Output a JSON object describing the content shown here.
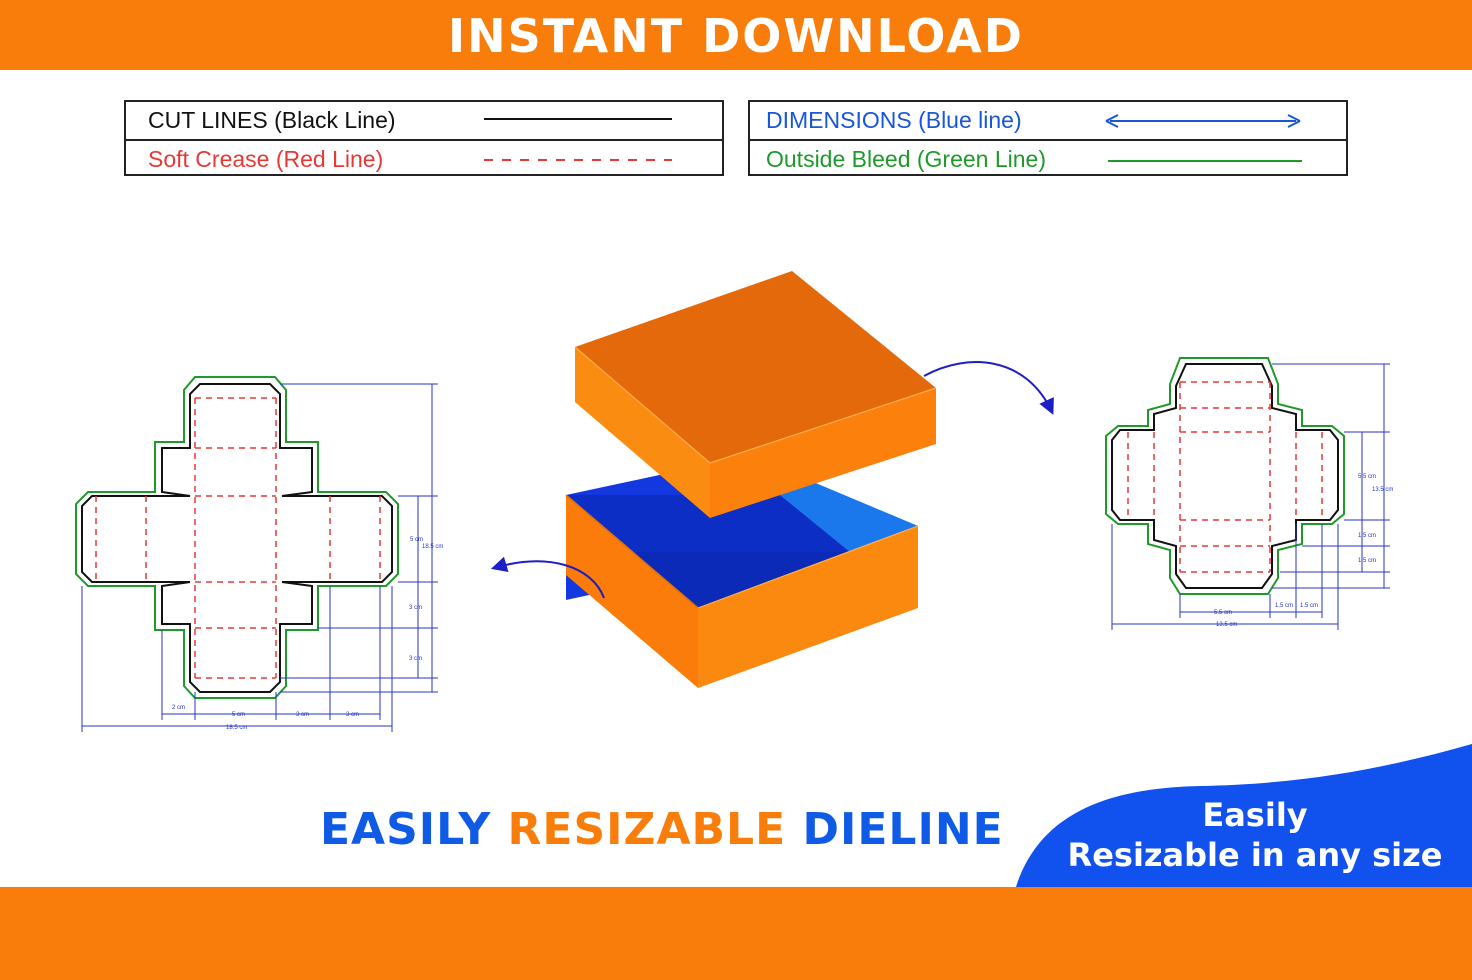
{
  "header": {
    "title": "INSTANT DOWNLOAD"
  },
  "legend": {
    "cut_lines": "CUT LINES (Black Line)",
    "soft_crease": "Soft Crease (Red Line)",
    "dimensions": "DIMENSIONS (Blue line)",
    "outside_bleed": "Outside Bleed (Green Line)"
  },
  "slogan": {
    "part1": "EASILY",
    "part2": "RESIZABLE",
    "part3": "DIELINE"
  },
  "badge": {
    "line1": "Easily",
    "line2": "Resizable in any size"
  },
  "left_dieline": {
    "dim_width_total": "18.5 cm",
    "dim_2cm": "2 cm",
    "dim_5cm": "5 cm",
    "dim_3cm_a": "3 cm",
    "dim_3cm_b": "3 cm",
    "dim_height_total": "18.5 cm",
    "dim_height_5cm": "5 cm",
    "dim_height_3cm_a": "3 cm",
    "dim_height_3cm_b": "3 cm"
  },
  "right_dieline": {
    "dim_h_55": "5.5 cm",
    "dim_h_135": "13.5 cm",
    "dim_h_15a": "1.5 cm",
    "dim_h_15b": "1.5 cm",
    "dim_w_55": "5.5 cm",
    "dim_w_15a": "1.5 cm",
    "dim_w_15b": "1.5 cm",
    "dim_w_135": "13.5 cm"
  },
  "colors": {
    "orange": "#f97d0b",
    "blue": "#0d47e8",
    "cut": "#111111",
    "crease": "#e53935",
    "dimension": "#2535c8",
    "bleed": "#1f9a2a"
  }
}
